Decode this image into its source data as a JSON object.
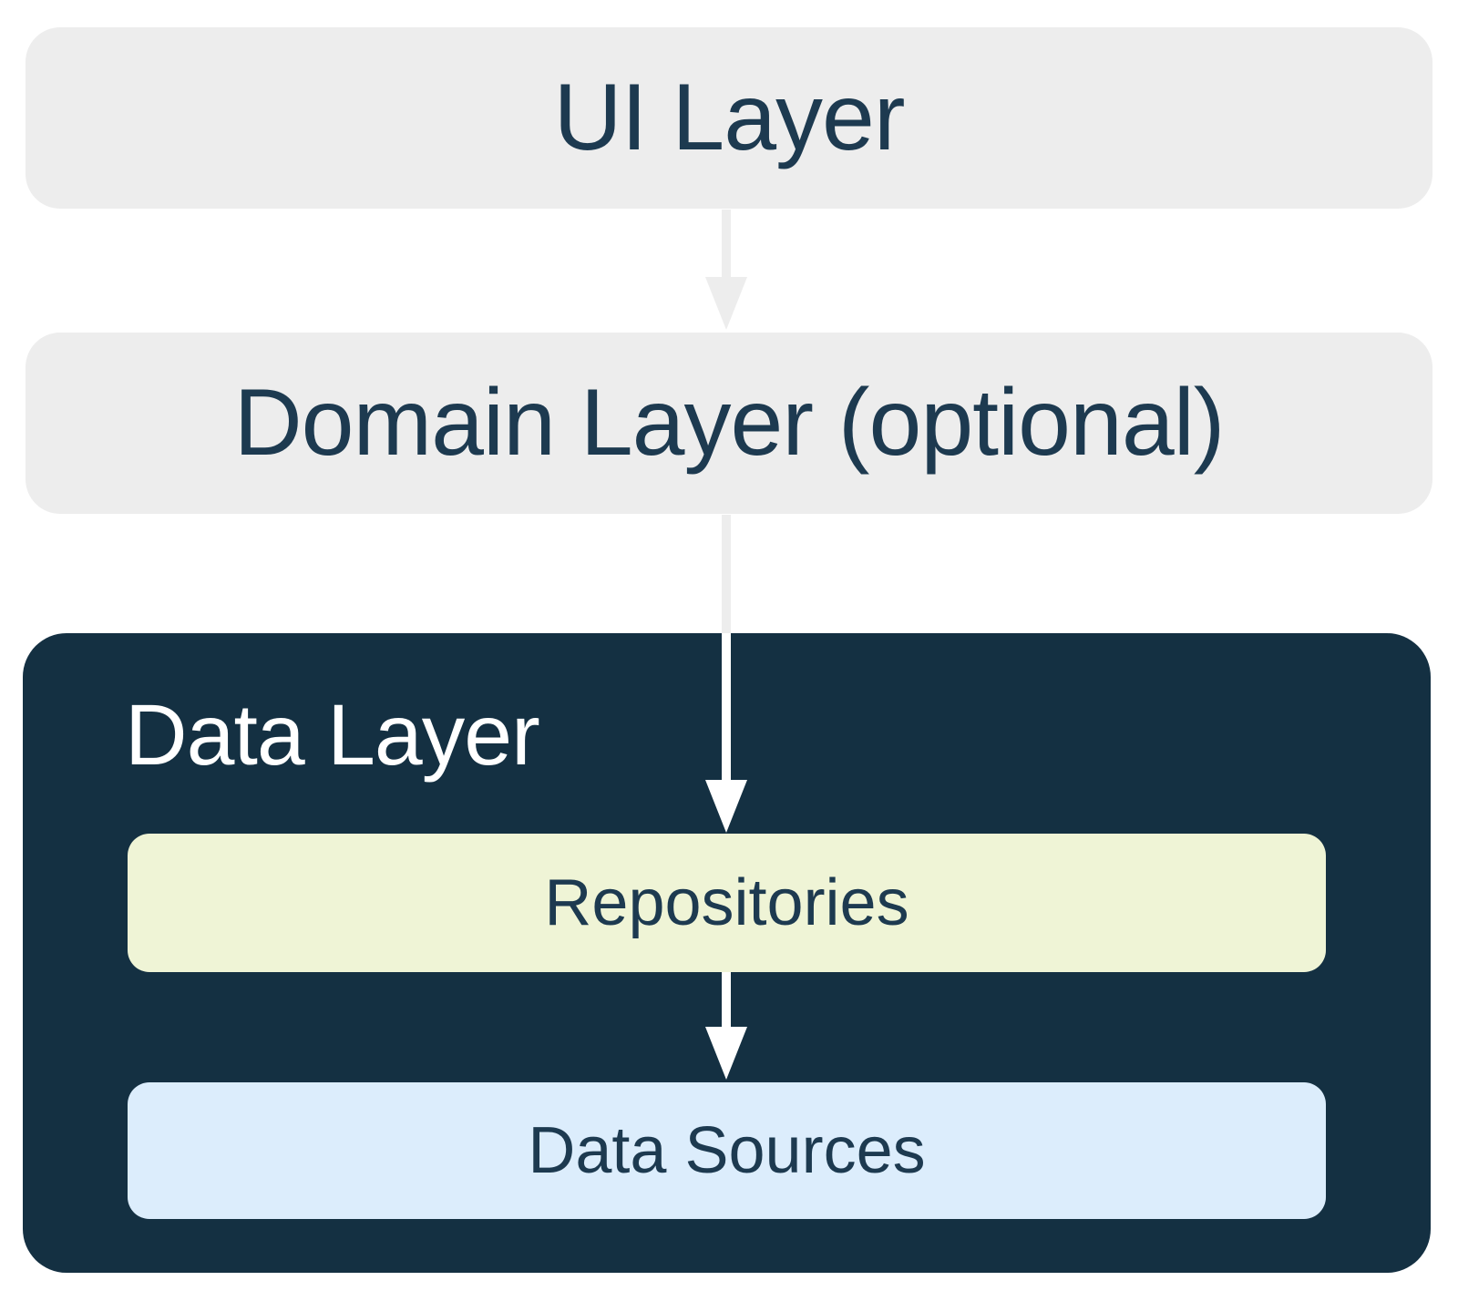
{
  "colors": {
    "page_bg": "#FFFFFF",
    "light_box": "#EDEDED",
    "dark_box": "#143042",
    "repositories_box": "#EFF4D6",
    "data_sources_box": "#DCEDFC",
    "navy_text": "#1D3A50",
    "light_text": "#FFFFFF",
    "gray_arrow": "#EDEDED",
    "white_arrow": "#FFFFFF"
  },
  "layers": {
    "ui": {
      "label": "UI Layer"
    },
    "domain": {
      "label": "Domain Layer (optional)"
    },
    "data": {
      "label": "Data Layer",
      "children": [
        {
          "label": "Repositories"
        },
        {
          "label": "Data Sources"
        }
      ]
    }
  },
  "arrows": [
    {
      "name": "ui-to-domain",
      "direction": "down"
    },
    {
      "name": "domain-to-repositories",
      "direction": "down"
    },
    {
      "name": "repositories-to-data-sources",
      "direction": "down"
    }
  ]
}
